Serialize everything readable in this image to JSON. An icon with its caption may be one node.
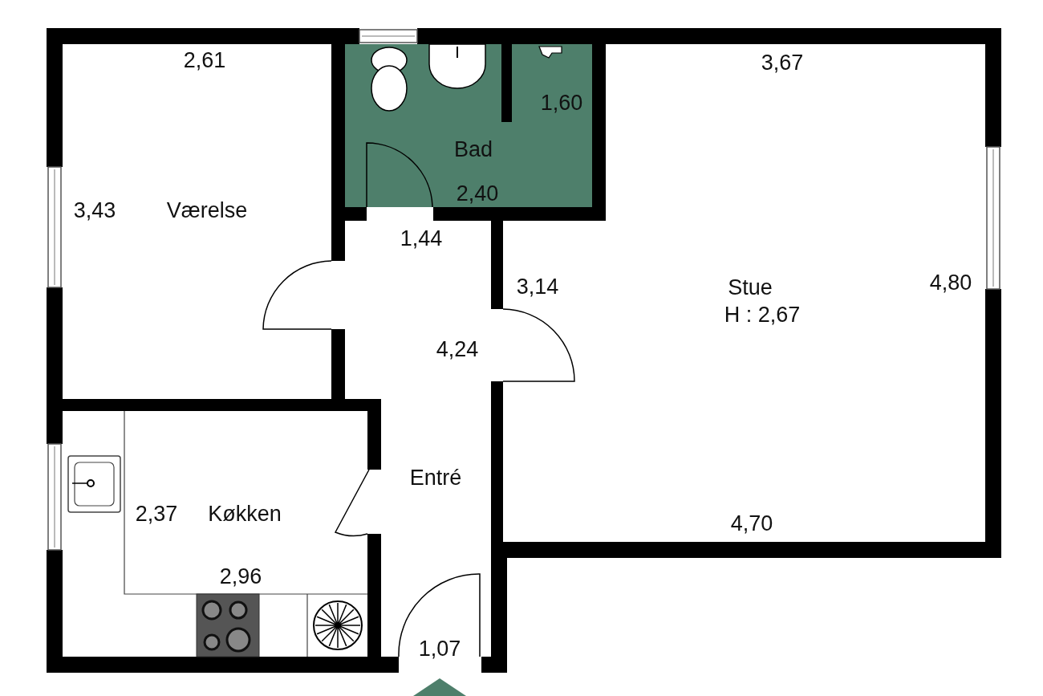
{
  "diagram": {
    "nodes": [
      {
        "text": [
          "2,61",
          "3,43",
          "Værelse"
        ]
      },
      {
        "text": [
          "1,60",
          "Bad",
          "2,40"
        ]
      },
      {
        "text": [
          "3,67",
          "3,14",
          "Stue",
          "4,80",
          "H : 2,67",
          "4,70"
        ]
      },
      {
        "text": [
          "1,44",
          "4,24",
          "Entré",
          "1,07"
        ]
      },
      {
        "text": [
          "2,37",
          "Køkken",
          "2,96"
        ]
      }
    ],
    "edges": []
  }
}
